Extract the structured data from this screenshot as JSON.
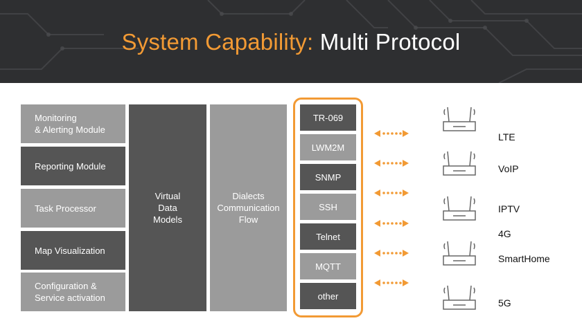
{
  "header": {
    "title_accent": "System Capability:",
    "title_main": "Multi Protocol"
  },
  "modules": [
    {
      "label_line1": "Monitoring",
      "label_line2": "& Alerting Module",
      "shade": "light"
    },
    {
      "label_line1": "Reporting Module",
      "label_line2": "",
      "shade": "dark"
    },
    {
      "label_line1": "Task Processor",
      "label_line2": "",
      "shade": "light"
    },
    {
      "label_line1": "Map Visualization",
      "label_line2": "",
      "shade": "dark"
    },
    {
      "label_line1": "Configuration &",
      "label_line2": "Service activation",
      "shade": "light"
    }
  ],
  "virtual_data_models": {
    "line1": "Virtual",
    "line2": "Data",
    "line3": "Models"
  },
  "dialects_flow": {
    "line1": "Dialects",
    "line2": "Communication",
    "line3": "Flow"
  },
  "protocols": [
    "TR-069",
    "LWM2M",
    "SNMP",
    "SSH",
    "Telnet",
    "MQTT",
    "other"
  ],
  "technologies": [
    "LTE",
    "VoIP",
    "IPTV",
    "4G",
    "SmartHome",
    "5G"
  ],
  "colors": {
    "accent": "#f29a34",
    "dark_block": "#555555",
    "light_block": "#9b9b9b",
    "header_bg": "#2e2f31"
  }
}
